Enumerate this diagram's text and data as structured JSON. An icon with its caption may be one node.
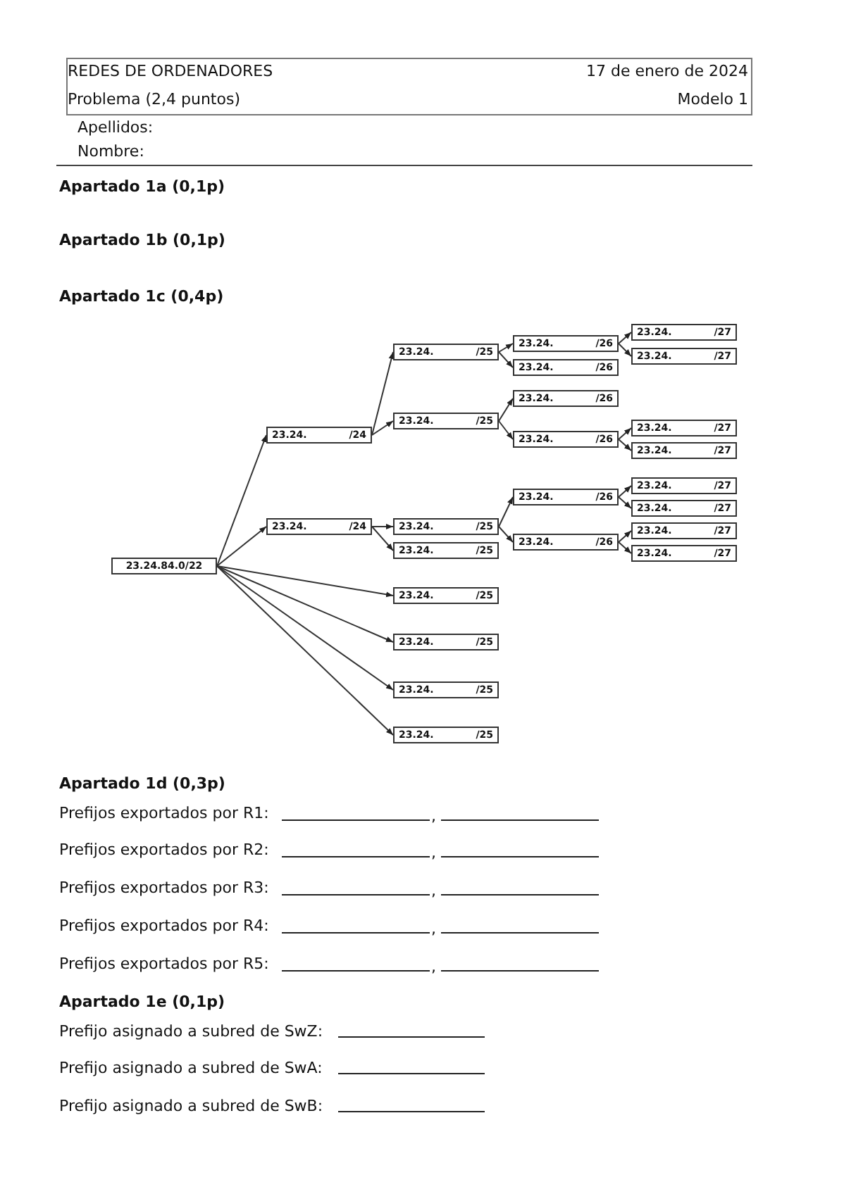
{
  "diagram": {
    "nodes": [
      {
        "text": [
          "23.24.84.0/22"
        ]
      },
      {
        "text": [
          "23.24.",
          "/24"
        ]
      },
      {
        "text": [
          "23.24.",
          "/24"
        ]
      },
      {
        "text": [
          "23.24.",
          "/25"
        ]
      },
      {
        "text": [
          "23.24.",
          "/25"
        ]
      },
      {
        "text": [
          "23.24.",
          "/25"
        ]
      },
      {
        "text": [
          "23.24.",
          "/25"
        ]
      },
      {
        "text": [
          "23.24.",
          "/25"
        ]
      },
      {
        "text": [
          "23.24.",
          "/25"
        ]
      },
      {
        "text": [
          "23.24.",
          "/25"
        ]
      },
      {
        "text": [
          "23.24.",
          "/25"
        ]
      },
      {
        "text": [
          "23.24.",
          "/26"
        ]
      },
      {
        "text": [
          "23.24.",
          "/26"
        ]
      },
      {
        "text": [
          "23.24.",
          "/26"
        ]
      },
      {
        "text": [
          "23.24.",
          "/26"
        ]
      },
      {
        "text": [
          "23.24.",
          "/26"
        ]
      },
      {
        "text": [
          "23.24.",
          "/26"
        ]
      },
      {
        "text": [
          "23.24.",
          "/27"
        ]
      },
      {
        "text": [
          "23.24.",
          "/27"
        ]
      },
      {
        "text": [
          "23.24.",
          "/27"
        ]
      },
      {
        "text": [
          "23.24.",
          "/27"
        ]
      },
      {
        "text": [
          "23.24.",
          "/27"
        ]
      },
      {
        "text": [
          "23.24.",
          "/27"
        ]
      },
      {
        "text": [
          "23.24.",
          "/27"
        ]
      },
      {
        "text": [
          "23.24.",
          "/27"
        ]
      }
    ],
    "edges": [
      {
        "from": 0,
        "to": 1,
        "arrow": "to"
      },
      {
        "from": 0,
        "to": 2,
        "arrow": "to"
      },
      {
        "from": 0,
        "to": 7,
        "arrow": "to"
      },
      {
        "from": 0,
        "to": 8,
        "arrow": "to"
      },
      {
        "from": 0,
        "to": 9,
        "arrow": "to"
      },
      {
        "from": 0,
        "to": 10,
        "arrow": "to"
      },
      {
        "from": 1,
        "to": 3,
        "arrow": "to"
      },
      {
        "from": 1,
        "to": 4,
        "arrow": "to"
      },
      {
        "from": 2,
        "to": 5,
        "arrow": "to"
      },
      {
        "from": 2,
        "to": 6,
        "arrow": "to"
      },
      {
        "from": 3,
        "to": 11,
        "arrow": "to"
      },
      {
        "from": 3,
        "to": 12,
        "arrow": "to"
      },
      {
        "from": 4,
        "to": 13,
        "arrow": "to"
      },
      {
        "from": 4,
        "to": 14,
        "arrow": "to"
      },
      {
        "from": 5,
        "to": 15,
        "arrow": "to"
      },
      {
        "from": 5,
        "to": 16,
        "arrow": "to"
      },
      {
        "from": 11,
        "to": 17,
        "arrow": "to"
      },
      {
        "from": 11,
        "to": 18,
        "arrow": "to"
      },
      {
        "from": 14,
        "to": 19,
        "arrow": "to"
      },
      {
        "from": 14,
        "to": 20,
        "arrow": "to"
      },
      {
        "from": 15,
        "to": 21,
        "arrow": "to"
      },
      {
        "from": 15,
        "to": 22,
        "arrow": "to"
      },
      {
        "from": 16,
        "to": 23,
        "arrow": "to"
      },
      {
        "from": 16,
        "to": 24,
        "arrow": "to"
      }
    ],
    "labels": [
      "REDES DE ORDENADORES",
      "17 de enero de 2024",
      "Problema (2,4 puntos)",
      "Modelo 1",
      "Apellidos:",
      "Nombre:",
      "Apartado 1a (0,1p)",
      "Apartado 1b (0,1p)",
      "Apartado 1c (0,4p)",
      "Apartado 1d (0,3p)",
      "Prefijos exportados por R1:",
      ",",
      "Prefijos exportados por R2:",
      ",",
      "Prefijos exportados por R3:",
      ",",
      "Prefijos exportados por R4:",
      ",",
      "Prefijos exportados por R5:",
      ",",
      "Apartado 1e (0,1p)",
      "Prefijo asignado a subred de SwZ:",
      "Prefijo asignado a subred de SwA:",
      "Prefijo asignado a subred de SwB:"
    ]
  }
}
